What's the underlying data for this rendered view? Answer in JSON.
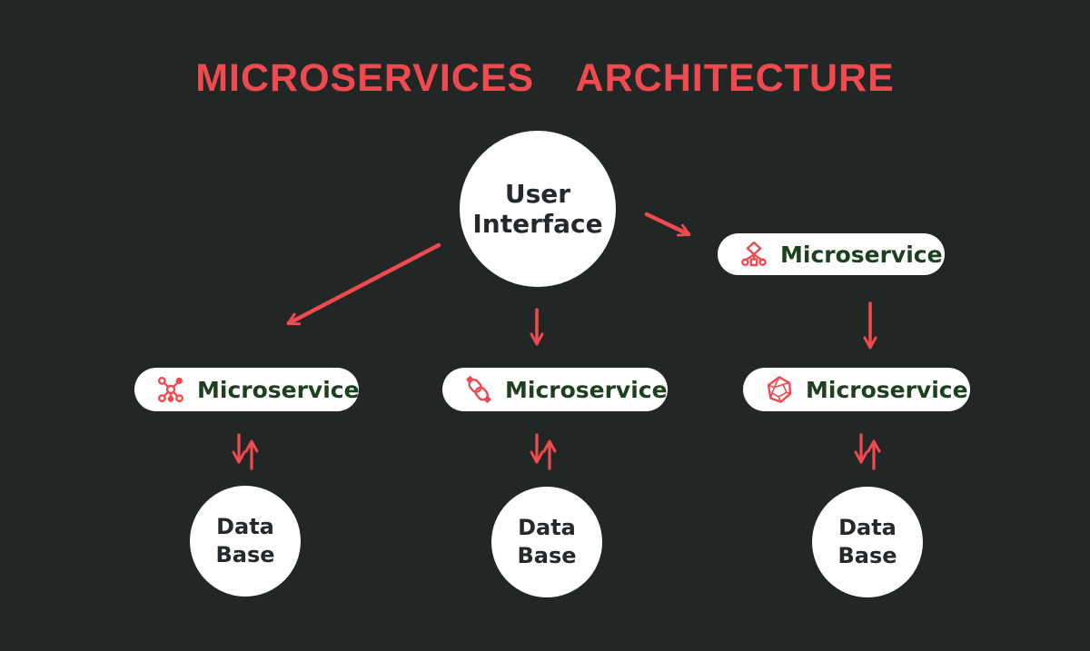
{
  "title": "MICROSERVICES ARCHITECTURE",
  "colors": {
    "background": "#222625",
    "accent_red": "#ef4a50",
    "label_green": "#1d401e",
    "node_fill": "#ffffff",
    "node_text": "#26292c"
  },
  "nodes": {
    "user_interface": {
      "line1": "User",
      "line2": "Interface"
    },
    "microservice_gateway": {
      "label": "Microservice",
      "icon": "flowchart-icon"
    },
    "microservice_left": {
      "label": "Microservice",
      "icon": "network-hub-icon"
    },
    "microservice_middle": {
      "label": "Microservice",
      "icon": "cable-icon"
    },
    "microservice_right": {
      "label": "Microservice",
      "icon": "polyhedron-icon"
    },
    "database_left": {
      "line1": "Data",
      "line2": "Base"
    },
    "database_middle": {
      "line1": "Data",
      "line2": "Base"
    },
    "database_right": {
      "line1": "Data",
      "line2": "Base"
    }
  },
  "edges": [
    {
      "from": "user_interface",
      "to": "microservice_left",
      "type": "one-way"
    },
    {
      "from": "user_interface",
      "to": "microservice_middle",
      "type": "one-way"
    },
    {
      "from": "user_interface",
      "to": "microservice_gateway",
      "type": "one-way"
    },
    {
      "from": "microservice_gateway",
      "to": "microservice_right",
      "type": "one-way"
    },
    {
      "from": "microservice_left",
      "to": "database_left",
      "type": "two-way"
    },
    {
      "from": "microservice_middle",
      "to": "database_middle",
      "type": "two-way"
    },
    {
      "from": "microservice_right",
      "to": "database_right",
      "type": "two-way"
    }
  ]
}
